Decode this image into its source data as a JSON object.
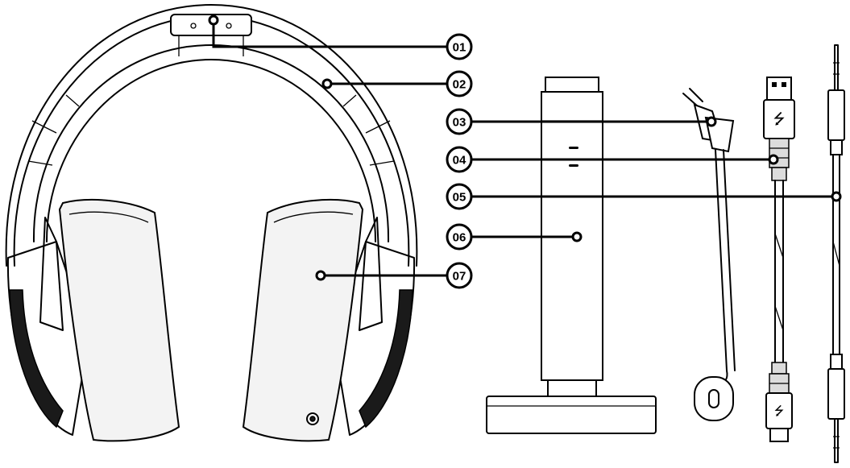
{
  "callouts": [
    {
      "id": "c01",
      "label": "01"
    },
    {
      "id": "c02",
      "label": "02"
    },
    {
      "id": "c03",
      "label": "03"
    },
    {
      "id": "c04",
      "label": "04"
    },
    {
      "id": "c05",
      "label": "05"
    },
    {
      "id": "c06",
      "label": "06"
    },
    {
      "id": "c07",
      "label": "07"
    }
  ],
  "usb_glyph": "⭍"
}
